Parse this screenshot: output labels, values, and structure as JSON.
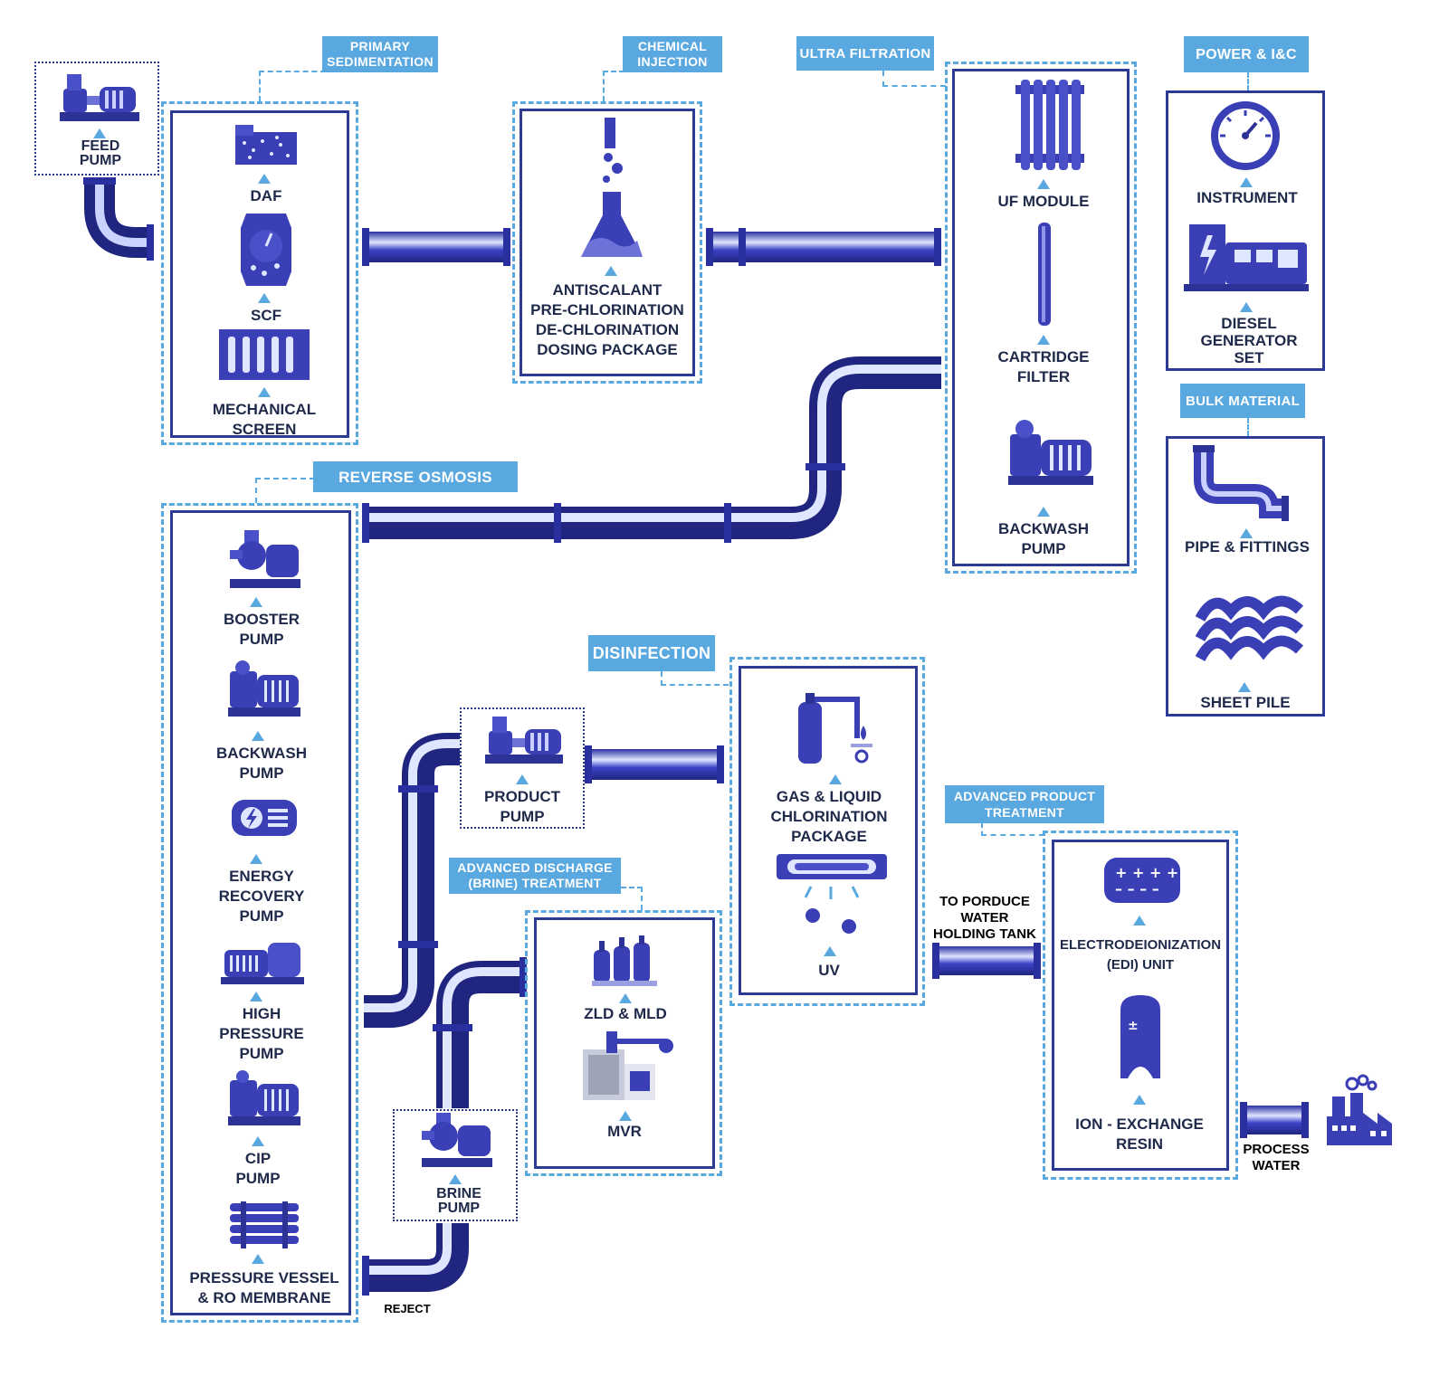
{
  "sections": {
    "primary_sedimentation": "PRIMARY\nSEDIMENTATION",
    "chemical_injection": "CHEMICAL\nINJECTION",
    "ultra_filtration": "ULTRA FILTRATION",
    "power_ic": "POWER & I&C",
    "bulk_material": "BULK MATERIAL",
    "reverse_osmosis": "REVERSE OSMOSIS",
    "disinfection": "DISINFECTION",
    "advanced_discharge": "ADVANCED DISCHARGE\n(BRINE) TREATMENT",
    "advanced_product": "ADVANCED PRODUCT\nTREATMENT"
  },
  "items": {
    "feed_pump": "FEED\nPUMP",
    "daf": "DAF",
    "scf": "SCF",
    "mechanical_screen": "MECHANICAL\nSCREEN",
    "dosing_package": "ANTISCALANT\nPRE-CHLORINATION\nDE-CHLORINATION\nDOSING PACKAGE",
    "uf_module": "UF MODULE",
    "cartridge_filter": "CARTRIDGE\nFILTER",
    "uf_backwash_pump": "BACKWASH\nPUMP",
    "instrument": "INSTRUMENT",
    "diesel_generator": "DIESEL\nGENERATOR\nSET",
    "pipe_fittings": "PIPE & FITTINGS",
    "sheet_pile": "SHEET PILE",
    "booster_pump": "BOOSTER\nPUMP",
    "ro_backwash_pump": "BACKWASH\nPUMP",
    "energy_recovery_pump": "ENERGY\nRECOVERY\nPUMP",
    "high_pressure_pump": "HIGH\nPRESSURE\nPUMP",
    "cip_pump": "CIP\nPUMP",
    "pressure_vessel": "PRESSURE VESSEL\n& RO MEMBRANE",
    "product_pump": "PRODUCT\nPUMP",
    "chlorination_package": "GAS & LIQUID\nCHLORINATION\nPACKAGE",
    "uv": "UV",
    "zld_mld": "ZLD & MLD",
    "mvr": "MVR",
    "brine_pump": "BRINE\nPUMP",
    "edi_unit": "ELECTRODEIONIZATION\n(EDI) UNIT",
    "ion_exchange": "ION - EXCHANGE\nRESIN"
  },
  "flow_labels": {
    "to_holding_tank": "TO PORDUCE\nWATER\nHOLDING TANK",
    "reject": "REJECT",
    "process_water": "PROCESS\nWATER"
  },
  "colors": {
    "accent": "#5aa8e0",
    "equipment": "#3a3fb5",
    "border": "#2d3a96"
  }
}
